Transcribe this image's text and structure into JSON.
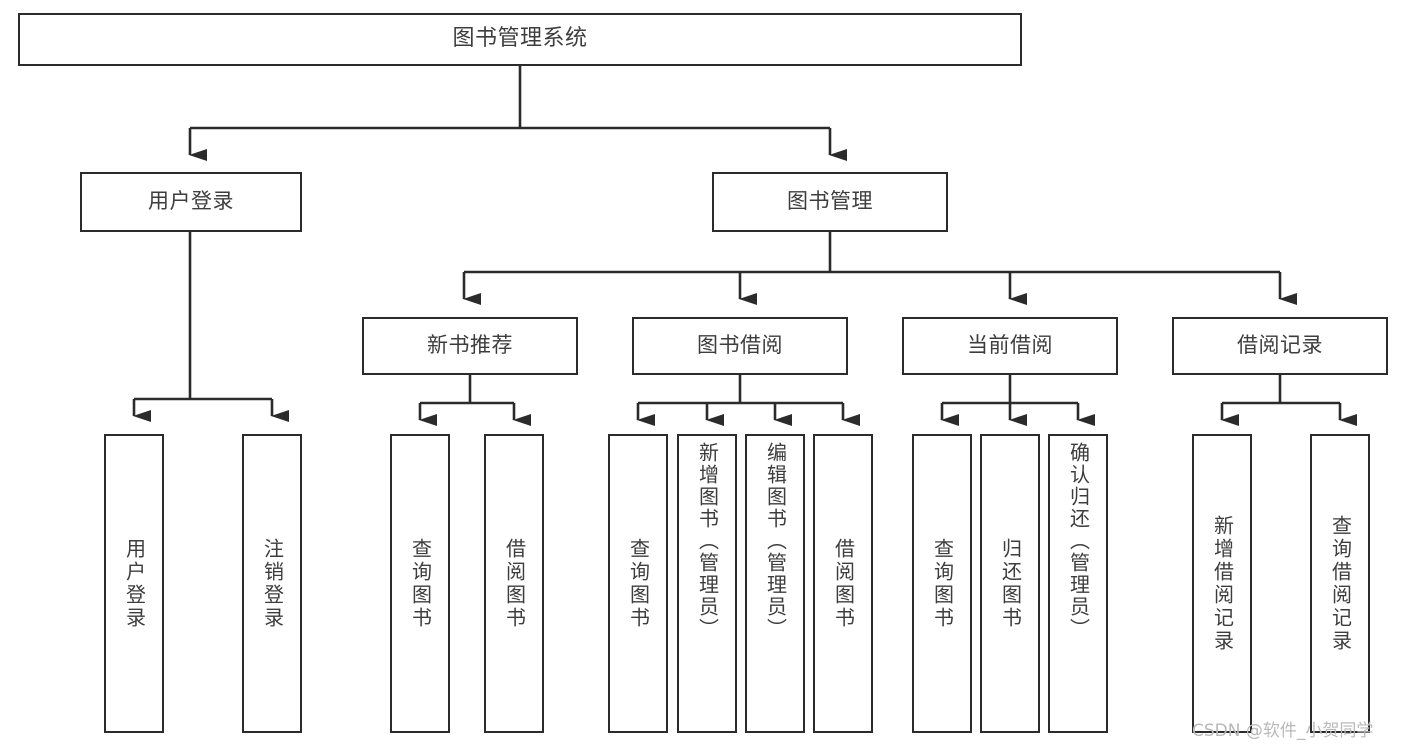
{
  "diagram": {
    "type": "tree-hierarchy-functional-decomposition",
    "root": {
      "id": "root",
      "label": "图书管理系统"
    },
    "level2": [
      {
        "id": "user-login",
        "label": "用户登录"
      },
      {
        "id": "book-management",
        "label": "图书管理"
      }
    ],
    "level3": [
      {
        "id": "new-book-recommend",
        "label": "新书推荐"
      },
      {
        "id": "book-borrow",
        "label": "图书借阅"
      },
      {
        "id": "current-borrow",
        "label": "当前借阅"
      },
      {
        "id": "borrow-record",
        "label": "借阅记录"
      }
    ],
    "leaves": {
      "user_login": [
        {
          "id": "leaf-user-login",
          "label": "用户登录"
        },
        {
          "id": "leaf-logout-login",
          "label": "注销登录"
        }
      ],
      "new_book_recommend": [
        {
          "id": "leaf-query-book-1",
          "label": "查询图书"
        },
        {
          "id": "leaf-borrow-book-1",
          "label": "借阅图书"
        }
      ],
      "book_borrow": [
        {
          "id": "leaf-query-book-2",
          "label": "查询图书"
        },
        {
          "id": "leaf-add-book",
          "label": "新增图书（管理员）"
        },
        {
          "id": "leaf-edit-book",
          "label": "编辑图书（管理员）"
        },
        {
          "id": "leaf-borrow-book-2",
          "label": "借阅图书"
        }
      ],
      "current_borrow": [
        {
          "id": "leaf-query-book-3",
          "label": "查询图书"
        },
        {
          "id": "leaf-return-book",
          "label": "归还图书"
        },
        {
          "id": "leaf-confirm-return",
          "label": "确认归还（管理员）"
        }
      ],
      "borrow_record": [
        {
          "id": "leaf-add-borrow-record",
          "label": "新增借阅记录"
        },
        {
          "id": "leaf-query-borrow-record",
          "label": "查询借阅记录"
        }
      ]
    },
    "watermark": "CSDN @软件_小贺同学",
    "colors": {
      "box_border": "#2b2b2b",
      "box_fill": "#ffffff",
      "text": "#3d3d3d",
      "connector": "#2b2b2b",
      "watermark": "#b9b9b9",
      "background": "#ffffff"
    }
  }
}
